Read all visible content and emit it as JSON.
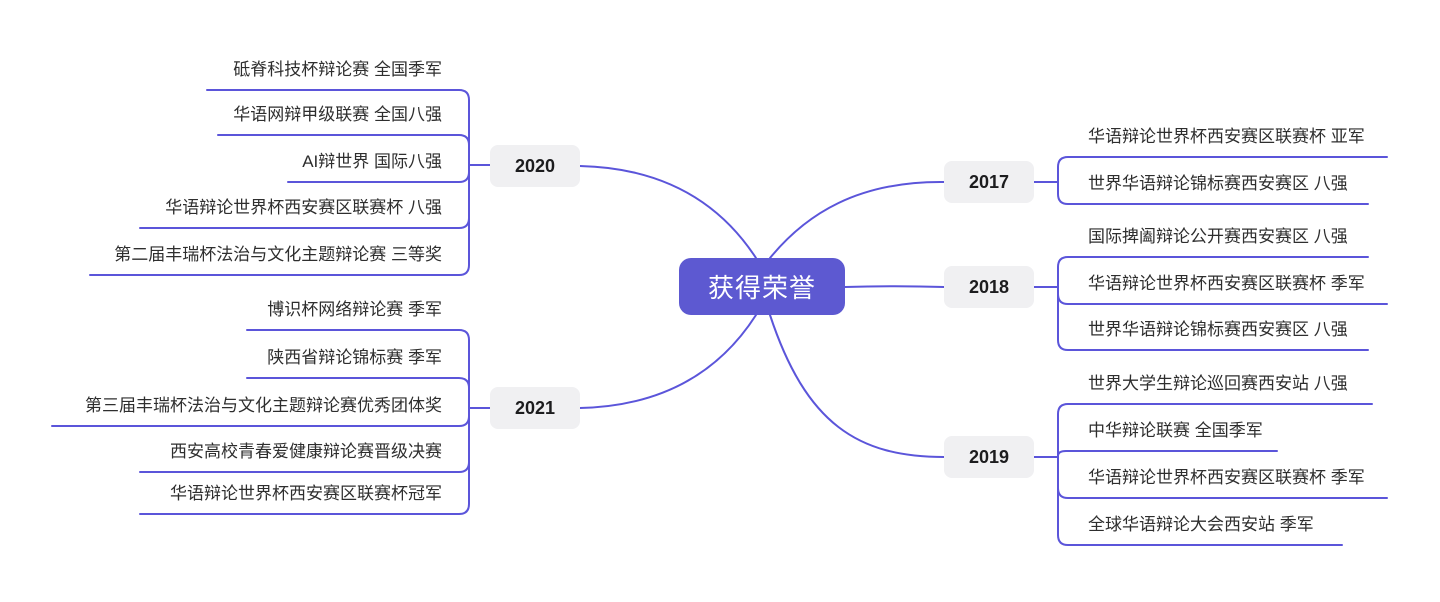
{
  "title": "获得荣誉",
  "colors": {
    "line": "#5B55DA",
    "central_topic_fill": "#5D59D1",
    "central_topic_text": "#FFFFFF",
    "year_node_fill": "#F0F0F2",
    "year_node_text": "#1C1C1E",
    "leaf_text": "#2E2E2E"
  },
  "branches": [
    {
      "year": "2020",
      "side": "left",
      "items": [
        "砥脊科技杯辩论赛 全国季军",
        "华语网辩甲级联赛 全国八强",
        "AI辩世界 国际八强",
        "华语辩论世界杯西安赛区联赛杯 八强",
        "第二届丰瑞杯法治与文化主题辩论赛 三等奖"
      ]
    },
    {
      "year": "2021",
      "side": "left",
      "items": [
        "博识杯网络辩论赛 季军",
        "陕西省辩论锦标赛 季军",
        "第三届丰瑞杯法治与文化主题辩论赛优秀团体奖",
        "西安高校青春爱健康辩论赛晋级决赛",
        "华语辩论世界杯西安赛区联赛杯冠军"
      ]
    },
    {
      "year": "2017",
      "side": "right",
      "items": [
        "华语辩论世界杯西安赛区联赛杯 亚军",
        "世界华语辩论锦标赛西安赛区 八强"
      ]
    },
    {
      "year": "2018",
      "side": "right",
      "items": [
        "国际捭阖辩论公开赛西安赛区 八强",
        "华语辩论世界杯西安赛区联赛杯 季军",
        "世界华语辩论锦标赛西安赛区 八强"
      ]
    },
    {
      "year": "2019",
      "side": "right",
      "items": [
        "世界大学生辩论巡回赛西安站 八强",
        "中华辩论联赛 全国季军",
        "华语辩论世界杯西安赛区联赛杯 季军",
        "全球华语辩论大会西安站 季军"
      ]
    }
  ]
}
